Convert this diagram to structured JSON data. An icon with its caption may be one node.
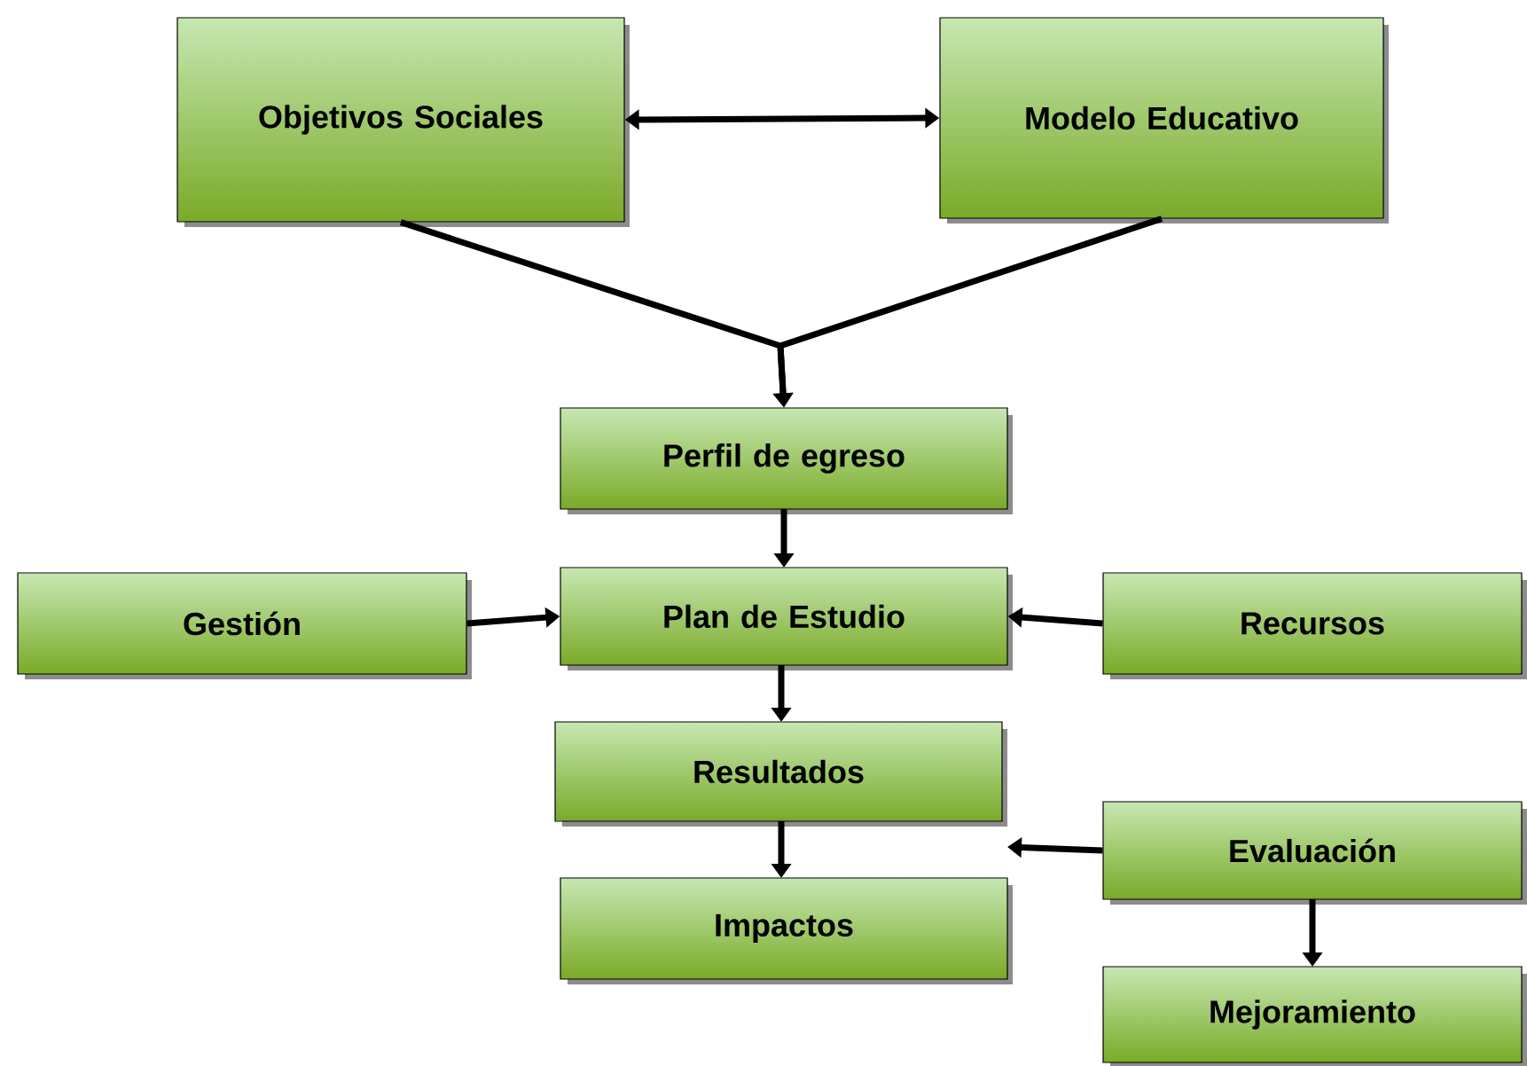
{
  "diagram": {
    "nodes": [
      {
        "text": [
          "Objetivos Sociales"
        ]
      },
      {
        "text": [
          "Modelo Educativo"
        ]
      },
      {
        "text": [
          "Perfil de egreso"
        ]
      },
      {
        "text": [
          "Gestión"
        ]
      },
      {
        "text": [
          "Plan de Estudio"
        ]
      },
      {
        "text": [
          "Recursos"
        ]
      },
      {
        "text": [
          "Resultados"
        ]
      },
      {
        "text": [
          "Impactos"
        ]
      },
      {
        "text": [
          "Evaluación"
        ]
      },
      {
        "text": [
          "Mejoramiento"
        ]
      }
    ],
    "edges": [
      {
        "from": 0,
        "to": 1,
        "arrow": "both"
      },
      {
        "from": 0,
        "to": 2,
        "arrow": "to"
      },
      {
        "from": 1,
        "to": 2,
        "arrow": "to"
      },
      {
        "from": 2,
        "to": 4,
        "arrow": "to"
      },
      {
        "from": 3,
        "to": 4,
        "arrow": "to"
      },
      {
        "from": 5,
        "to": 4,
        "arrow": "to"
      },
      {
        "from": 4,
        "to": 6,
        "arrow": "to"
      },
      {
        "from": 6,
        "to": 7,
        "arrow": "to"
      },
      {
        "from": 8,
        "to": null,
        "arrow": "to"
      },
      {
        "from": 8,
        "to": 9,
        "arrow": "to"
      }
    ]
  }
}
